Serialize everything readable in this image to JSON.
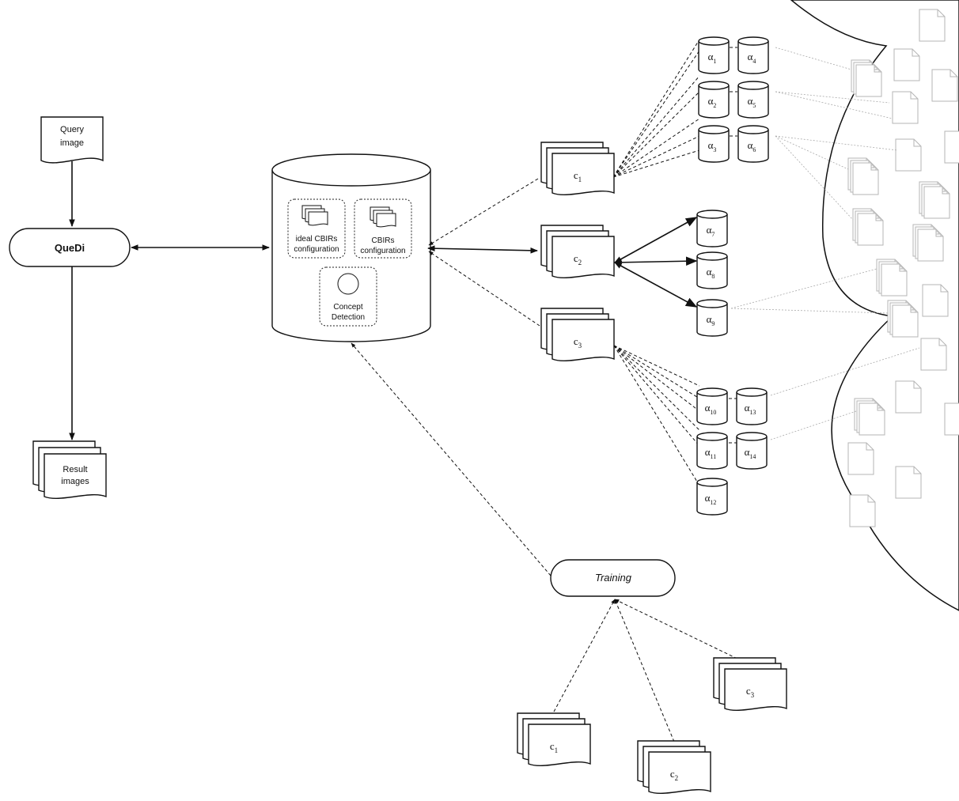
{
  "query_image": {
    "line1": "Query",
    "line2": "image"
  },
  "quedi_label": "QueDi",
  "result_images": {
    "line1": "Result",
    "line2": "images"
  },
  "database": {
    "ideal_config": {
      "line1": "ideal CBIRs",
      "line2": "configuration"
    },
    "config": {
      "line1": "CBIRs",
      "line2": "configuration"
    },
    "concept": {
      "line1": "Concept",
      "line2": "Detection"
    }
  },
  "training_label": "Training",
  "category_symbol": "c",
  "alpha_symbol": "α",
  "main_categories": [
    {
      "sub": "1"
    },
    {
      "sub": "2"
    },
    {
      "sub": "3"
    }
  ],
  "training_categories": [
    {
      "sub": "1"
    },
    {
      "sub": "2"
    },
    {
      "sub": "3"
    }
  ],
  "alphas": [
    {
      "sub": "1",
      "group": 1
    },
    {
      "sub": "4",
      "group": 1
    },
    {
      "sub": "2",
      "group": 1
    },
    {
      "sub": "5",
      "group": 1
    },
    {
      "sub": "3",
      "group": 1
    },
    {
      "sub": "6",
      "group": 1
    },
    {
      "sub": "7",
      "group": 2
    },
    {
      "sub": "8",
      "group": 2
    },
    {
      "sub": "9",
      "group": 2
    },
    {
      "sub": "10",
      "group": 3
    },
    {
      "sub": "13",
      "group": 3
    },
    {
      "sub": "11",
      "group": 3
    },
    {
      "sub": "14",
      "group": 3
    },
    {
      "sub": "12",
      "group": 3
    }
  ]
}
